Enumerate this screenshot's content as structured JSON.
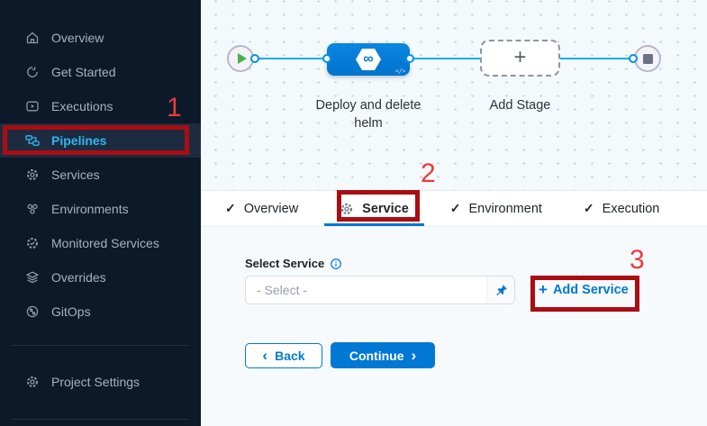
{
  "sidebar": {
    "items": [
      {
        "label": "Overview"
      },
      {
        "label": "Get Started"
      },
      {
        "label": "Executions"
      },
      {
        "label": "Pipelines",
        "active": true
      },
      {
        "label": "Services"
      },
      {
        "label": "Environments"
      },
      {
        "label": "Monitored Services"
      },
      {
        "label": "Overrides"
      },
      {
        "label": "GitOps"
      }
    ],
    "footer_items": [
      {
        "label": "Project Settings"
      }
    ]
  },
  "canvas": {
    "stage_name": "Deploy and delete helm",
    "add_stage_label": "Add Stage"
  },
  "tabs": [
    {
      "label": "Overview"
    },
    {
      "label": "Service",
      "active": true
    },
    {
      "label": "Environment"
    },
    {
      "label": "Execution"
    }
  ],
  "form": {
    "select_service_label": "Select Service",
    "select_placeholder": "- Select -",
    "add_service_label": "Add Service",
    "back_label": "Back",
    "continue_label": "Continue"
  },
  "glyphs": {
    "check": "✓",
    "plus": "+",
    "infinity": "∞",
    "code": "</>",
    "back_chevron": "‹",
    "continue_chevron": "›"
  },
  "annotations": {
    "step1": "1",
    "step2": "2",
    "step3": "3"
  },
  "colors": {
    "accent_blue": "#0278d5",
    "active_nav_blue": "#2eb7f0",
    "connector_cyan": "#00ade4",
    "annotation_red": "#aa0d12",
    "play_green": "#4caf50",
    "sidebar_bg": "#0b1928"
  }
}
